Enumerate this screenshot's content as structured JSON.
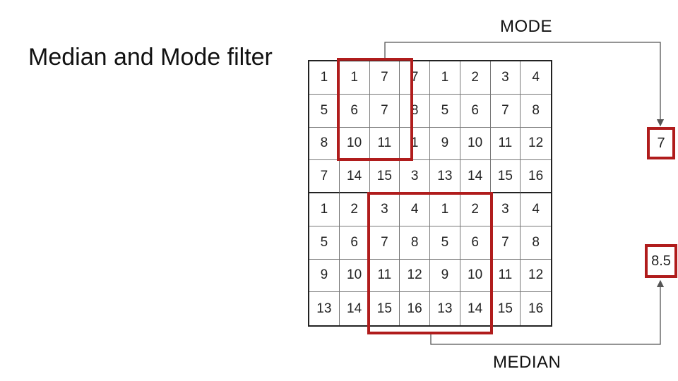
{
  "title": "Median and Mode filter",
  "labels": {
    "mode": "MODE",
    "median": "MEDIAN"
  },
  "results": {
    "mode": "7",
    "median": "8.5"
  },
  "grid": [
    [
      "1",
      "1",
      "7",
      "7",
      "1",
      "2",
      "3",
      "4"
    ],
    [
      "5",
      "6",
      "7",
      "8",
      "5",
      "6",
      "7",
      "8"
    ],
    [
      "8",
      "10",
      "11",
      "1",
      "9",
      "10",
      "11",
      "12"
    ],
    [
      "7",
      "14",
      "15",
      "3",
      "13",
      "14",
      "15",
      "16"
    ],
    [
      "1",
      "2",
      "3",
      "4",
      "1",
      "2",
      "3",
      "4"
    ],
    [
      "5",
      "6",
      "7",
      "8",
      "5",
      "6",
      "7",
      "8"
    ],
    [
      "9",
      "10",
      "11",
      "12",
      "9",
      "10",
      "11",
      "12"
    ],
    [
      "13",
      "14",
      "15",
      "16",
      "13",
      "14",
      "15",
      "16"
    ]
  ],
  "colors": {
    "highlight": "#b01c1c",
    "line": "#555555"
  }
}
